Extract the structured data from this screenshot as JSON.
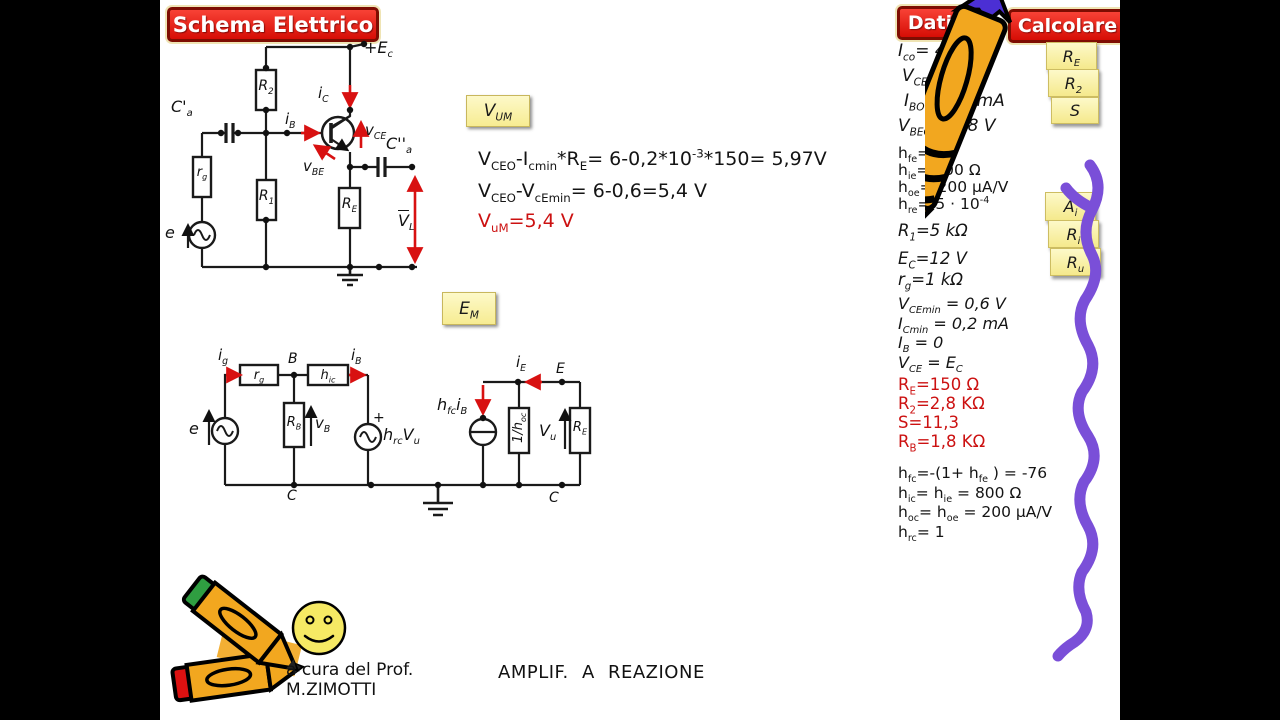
{
  "banners": {
    "schema": "Schema Elettrico",
    "dati": "Dati",
    "calcolare": "Calcolare"
  },
  "boxes": {
    "vum": "V_{UM}",
    "em": "E_{M}"
  },
  "formulas": {
    "line1": "V_{CEO}-I_{cmin}*R_{E}= 6-0,2*10^{-3}*150= 5,97V",
    "line2": "V_{CEO}-V_{cEmin}= 6-0,6=5,4 V",
    "line3": "V_{uM}=5,4 V"
  },
  "circuit1": {
    "ec": "+E_{c}",
    "r2": "R_{2}",
    "ca1": "C'_{a}",
    "ib": "i_{B}",
    "ic": "i_{C}",
    "vce": "v_{CE}",
    "vbe": "v_{BE}",
    "ca2": "C''_{a}",
    "rg": "r_{g}",
    "r1": "R_{1}",
    "re": "R_{E}",
    "vl": "~{V}_{L}",
    "e": "e"
  },
  "circuit2": {
    "ig": "i_{g}",
    "rg": "r_{g}",
    "b": "B",
    "hic": "h_{ic}",
    "ib": "i_{B}",
    "e": "e",
    "rb": "R_{B}",
    "vb": "v_{B}",
    "plus": "+",
    "hrcvu": "h_{rc}V_{u}",
    "ie": "i_{E}",
    "enode": "E",
    "hfcib": "h_{fc}i_{B}",
    "hoc": "1/h_{oc}",
    "vu": "V_{u}",
    "re": "R_{E}",
    "c1": "C",
    "c2": "C"
  },
  "dati_groups": [
    {
      "items": [
        "I_{co}= 40 mA",
        "V_{CEO}= 6V",
        "I_{BO}= 0,5 mA",
        "V_{BEO}= 0,8 V"
      ]
    },
    {
      "items": [
        "h_{fe}= 75",
        "h_{ie}= 800 Ω",
        "h_{oe}= 200 µA/V",
        "h_{re}= 5 · 10^{-4}"
      ]
    },
    {
      "items": [
        "R_{1}=5 kΩ"
      ]
    },
    {
      "items": [
        "E_{C}=12 V",
        "r_{g}=1 kΩ"
      ]
    },
    {
      "items": [
        "V_{CEmin} = 0,6 V",
        "I_{Cmin} = 0,2 mA",
        "I_{B} = 0",
        "V_{CE} = E_{C}"
      ]
    },
    {
      "items": [
        "R_{E}=150 Ω",
        "R_{2}=2,8 KΩ",
        "S=11,3",
        "R_{B}=1,8 KΩ"
      ]
    },
    {
      "items": [
        "h_{fc}=-(1+ h_{fe} ) = -76",
        "h_{ic}= h_{ie} = 800 Ω",
        "h_{oc}= h_{oe} = 200 µA/V",
        "h_{rc}= 1"
      ]
    }
  ],
  "calc_notes": [
    "R_{E}",
    "R_{2}",
    "S",
    "A_{i}",
    "R_{i}",
    "R_{u}"
  ],
  "footer": {
    "credit1": "a cura del Prof.",
    "credit2": "M.ZIMOTTI",
    "subject": "AMPLIF. A  REAZIONE"
  },
  "colors": {
    "banner_red": "#e8160e",
    "note_yellow": "#f9f0a0",
    "accent_red": "#cc1111",
    "arrow_red": "#d81111",
    "purple": "#7a4fd8",
    "pencil_orange": "#f2a71f"
  }
}
